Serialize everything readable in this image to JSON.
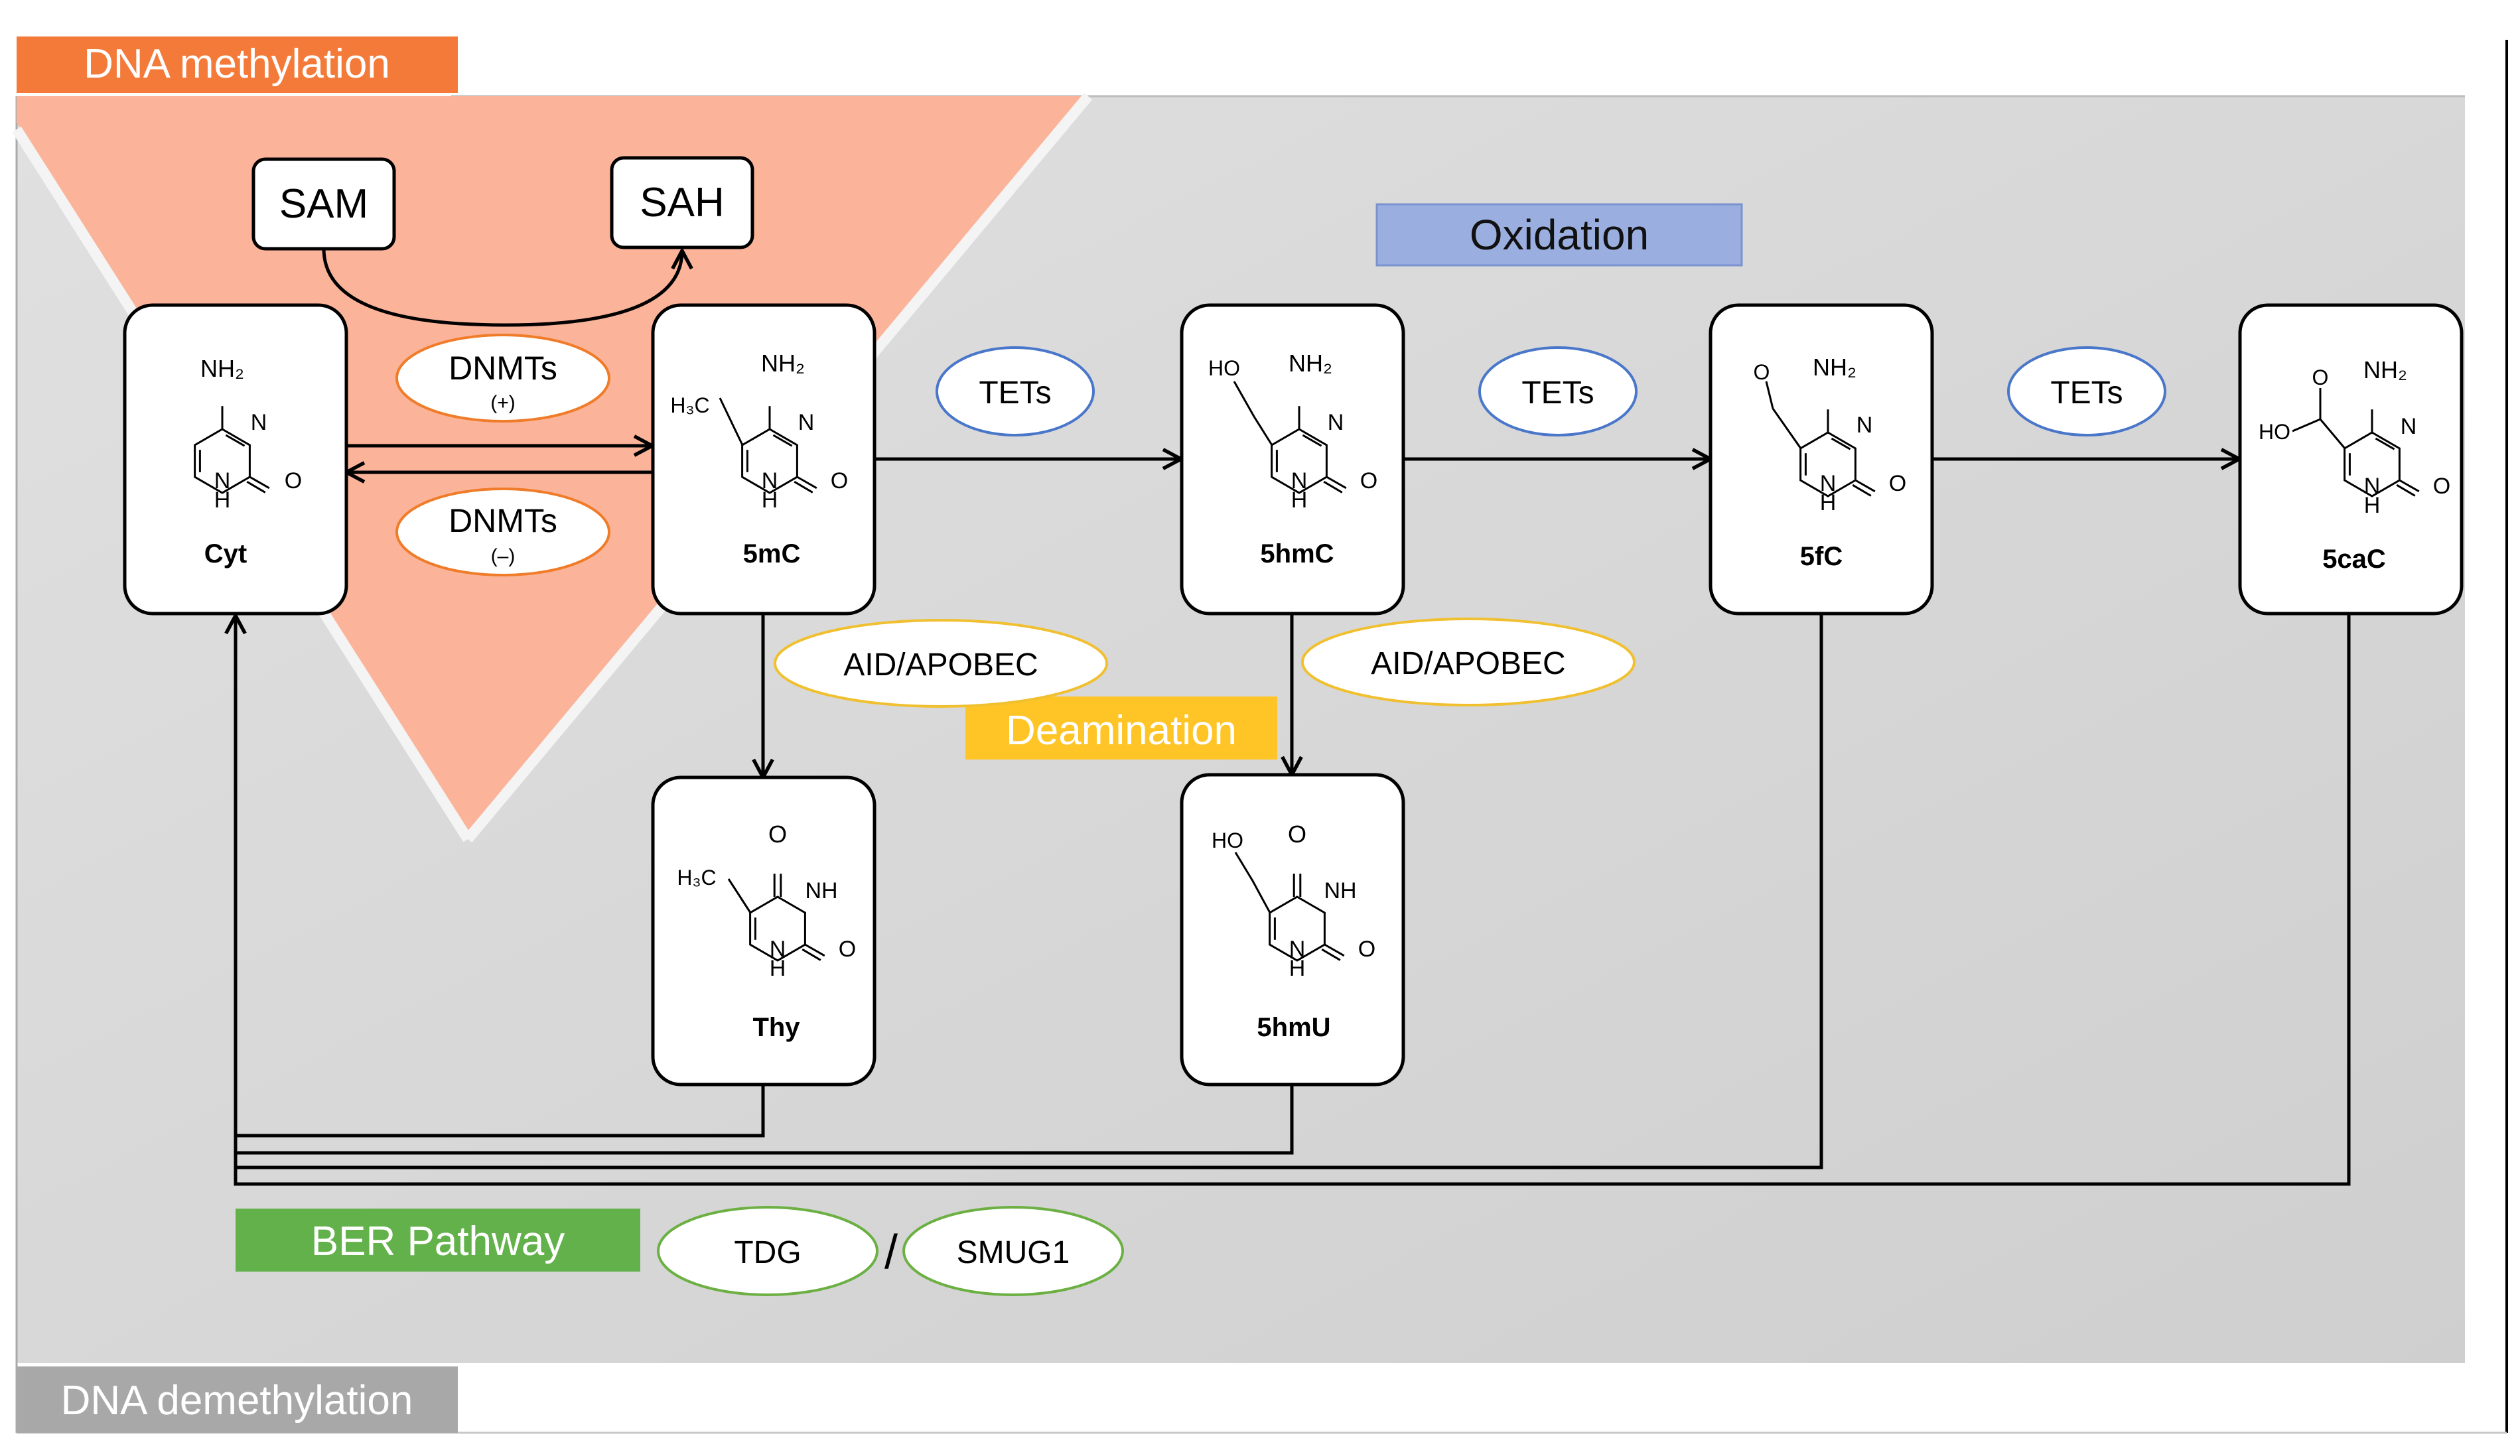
{
  "colors": {
    "methylation_accent": "#F47A3A",
    "methylation_triangle": "#FBB49A",
    "demethylation_bg": "#D6D6D6",
    "demethylation_label_bg": "#A8A8A8",
    "oxidation_label_bg": "#9AAEE0",
    "deamination_label_bg": "#FFC425",
    "ber_label_bg": "#62B14A",
    "tet_stroke": "#4A77C9",
    "dnmt_stroke": "#F07C2A",
    "aid_stroke": "#F0C030",
    "ber_enzyme_stroke": "#6CB043"
  },
  "labels": {
    "methylation": "DNA methylation",
    "demethylation": "DNA demethylation",
    "oxidation": "Oxidation",
    "deamination": "Deamination",
    "ber": "BER Pathway"
  },
  "cofactors": {
    "sam": "SAM",
    "sah": "SAH"
  },
  "enzymes": {
    "dnmt_plus": {
      "name": "DNMTs",
      "sign": "(+)"
    },
    "dnmt_minus": {
      "name": "DNMTs",
      "sign": "(–)"
    },
    "tet_1": "TETs",
    "tet_2": "TETs",
    "tet_3": "TETs",
    "aid_1": "AID/APOBEC",
    "aid_2": "AID/APOBEC",
    "tdg": "TDG",
    "slash": "/",
    "smug1": "SMUG1"
  },
  "nucleotides": {
    "cyt": {
      "name": "Cyt",
      "atoms": {
        "top": "NH₂",
        "n": "N",
        "nh": "H",
        "nh_n": "N",
        "o": "O"
      }
    },
    "m5c": {
      "name": "5mC",
      "atoms": {
        "top": "NH₂",
        "sub": "H₃C",
        "n": "N",
        "nh": "H",
        "nh_n": "N",
        "o": "O"
      }
    },
    "hm5c": {
      "name": "5hmC",
      "atoms": {
        "top": "NH₂",
        "sub": "HO",
        "n": "N",
        "nh": "H",
        "nh_n": "N",
        "o": "O"
      }
    },
    "f5c": {
      "name": "5fC",
      "atoms": {
        "top": "NH₂",
        "sub": "O",
        "n": "N",
        "nh": "H",
        "nh_n": "N",
        "o": "O"
      }
    },
    "ca5c": {
      "name": "5caC",
      "atoms": {
        "top": "NH₂",
        "sub": "HO",
        "sub2": "O",
        "n": "N",
        "nh": "H",
        "nh_n": "N",
        "o": "O"
      }
    },
    "thy": {
      "name": "Thy",
      "atoms": {
        "top": "O",
        "sub": "H₃C",
        "n": "NH",
        "nh": "H",
        "nh_n": "N",
        "o": "O"
      }
    },
    "hm5u": {
      "name": "5hmU",
      "atoms": {
        "top": "O",
        "sub": "HO",
        "n": "NH",
        "nh": "H",
        "nh_n": "N",
        "o": "O"
      }
    }
  }
}
